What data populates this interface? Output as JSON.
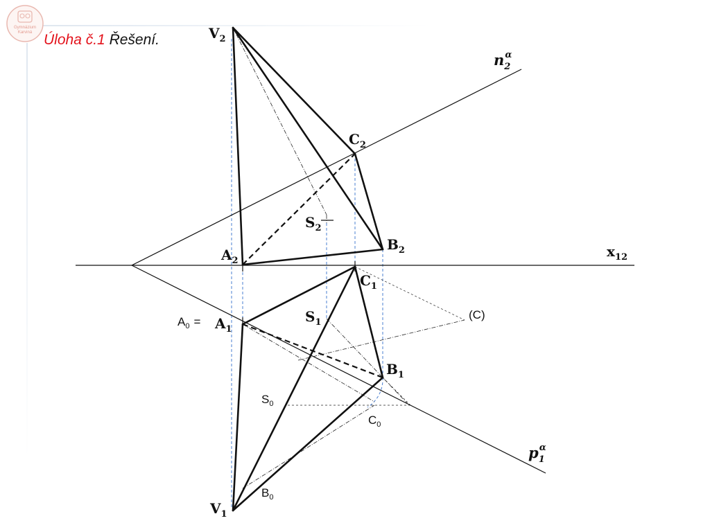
{
  "title": {
    "part1": "Úloha č.1",
    "part2": "Řešení."
  },
  "logo": {
    "line1": "Gymnázium",
    "line2": "Karviná"
  },
  "labels": {
    "V2": "V",
    "V2_sub": "2",
    "C2": "C",
    "C2_sub": "2",
    "B2": "B",
    "B2_sub": "2",
    "A2": "A",
    "A2_sub": "2",
    "S2": "S",
    "S2_sub": "2",
    "n2": "n",
    "n2_sub": "2",
    "n2_sup": "α",
    "x12": "x",
    "x12_sub": "12",
    "C1": "C",
    "C1_sub": "1",
    "S1": "S",
    "S1_sub": "1",
    "A1": "A",
    "A1_sub": "1",
    "A0_prefix": "A",
    "A0_sub": "0",
    "A0_eq": "=",
    "B1": "B",
    "B1_sub": "1",
    "V1": "V",
    "V1_sub": "1",
    "p1": "p",
    "p1_sub": "1",
    "p1_sup": "α",
    "C_paren": "(C)",
    "S0": "S",
    "S0_sub": "0",
    "C0": "C",
    "C0_sub": "0",
    "B0": "B",
    "B0_sub": "0"
  },
  "colors": {
    "title_red": "#e3121b",
    "ink": "#111111",
    "recall_blue": "#4a7fd0"
  }
}
